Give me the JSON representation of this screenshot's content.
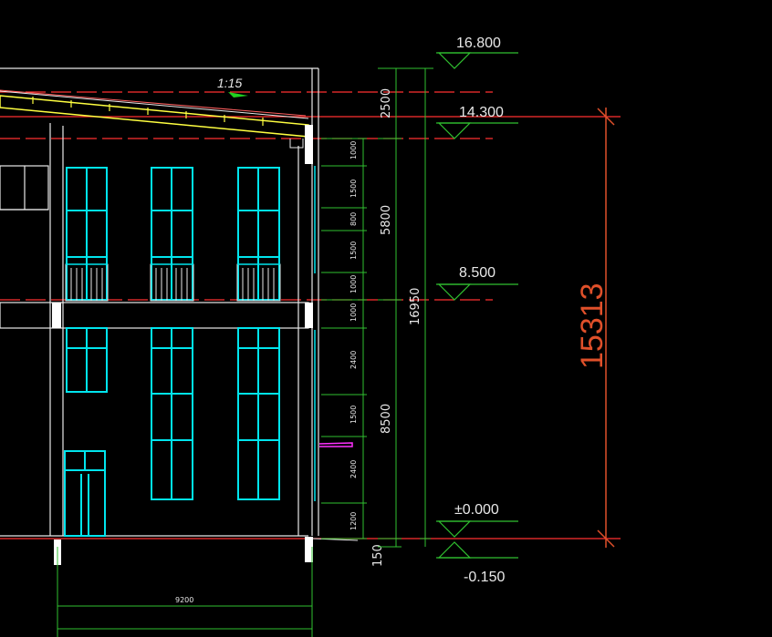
{
  "levels": {
    "ridge": "16.800",
    "eave": "14.300",
    "floor2": "8.500",
    "ground": "±0.000",
    "outside": "-0.150"
  },
  "dims": {
    "parapet": "2500",
    "upper_storey": "5800",
    "lower_storey": "8500",
    "total": "16950",
    "plinth": "150",
    "overall": "15313",
    "width": "9200"
  },
  "sub_dims": [
    "1000",
    "1500",
    "800",
    "1500",
    "1000",
    "1000",
    "2400",
    "1500",
    "2400",
    "1200"
  ],
  "roof_slope": "1:15",
  "colors": {
    "background": "#000000",
    "outline": "#e8e8e8",
    "window": "#00e5ee",
    "roof": "#ffff40",
    "dimension": "#30c030",
    "axis": "#ff3030",
    "overall_dim": "#e0502a",
    "marker": "#ff30ff"
  }
}
